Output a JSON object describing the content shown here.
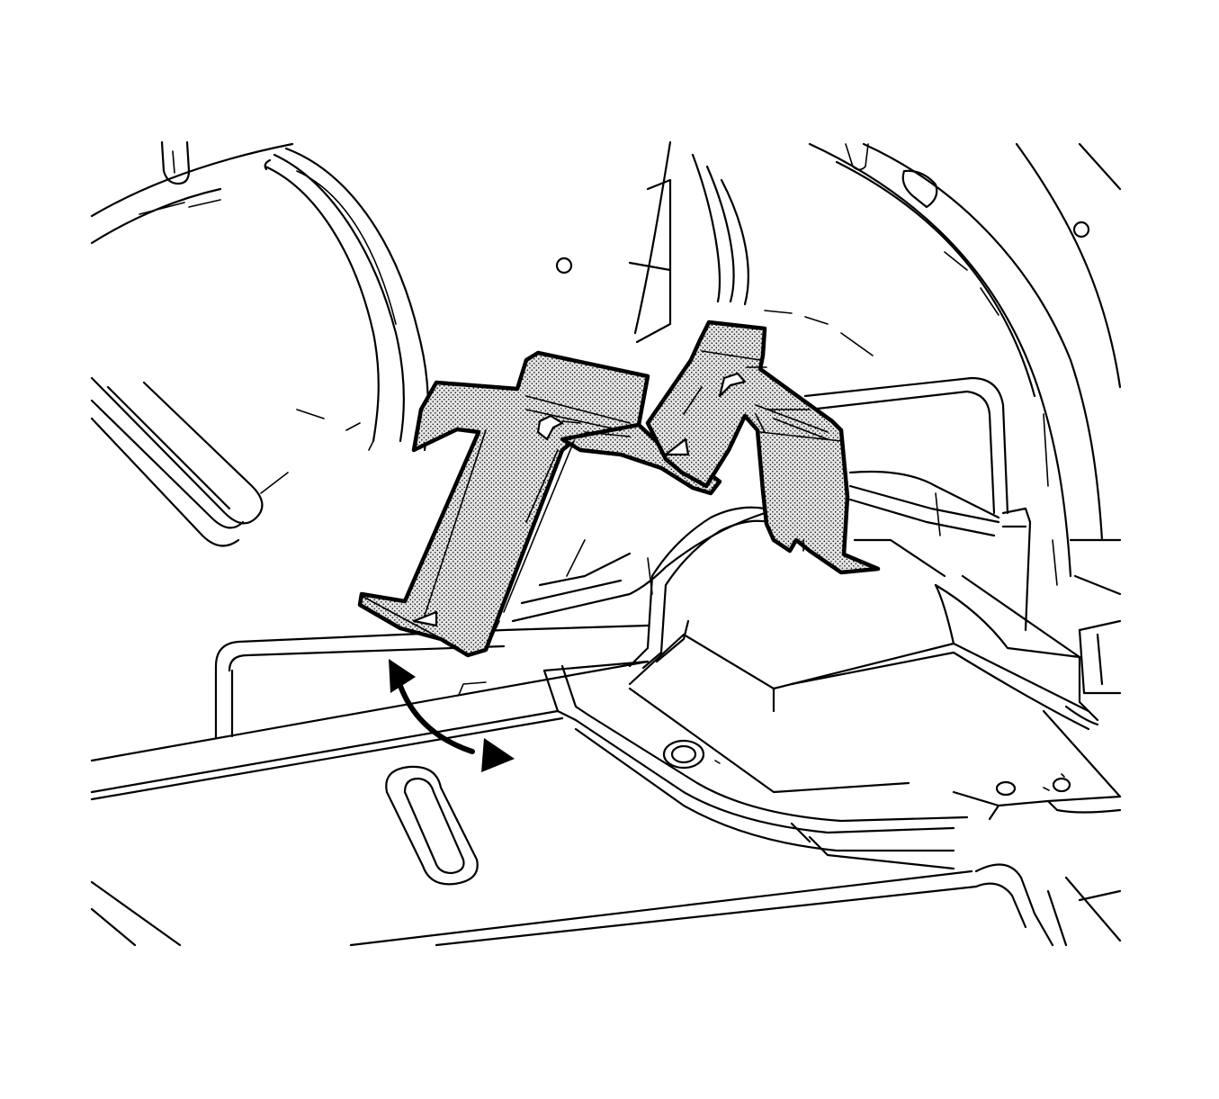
{
  "diagram": {
    "parts": [
      {
        "id": "floor-panel",
        "icon": "floor-panel-outline"
      },
      {
        "id": "left-wheelhouse",
        "icon": "wheelhouse-outline"
      },
      {
        "id": "right-wheelhouse",
        "icon": "wheelhouse-outline"
      },
      {
        "id": "rear-floor-rail",
        "icon": "rail-outline"
      },
      {
        "id": "bracket",
        "icon": "stippled-bracket",
        "highlighted": true
      },
      {
        "id": "rotation-arrow",
        "icon": "double-headed-curved-arrow"
      }
    ],
    "colors": {
      "line": "#000000",
      "background": "#ffffff",
      "bracket_stipple": "#000000"
    }
  }
}
